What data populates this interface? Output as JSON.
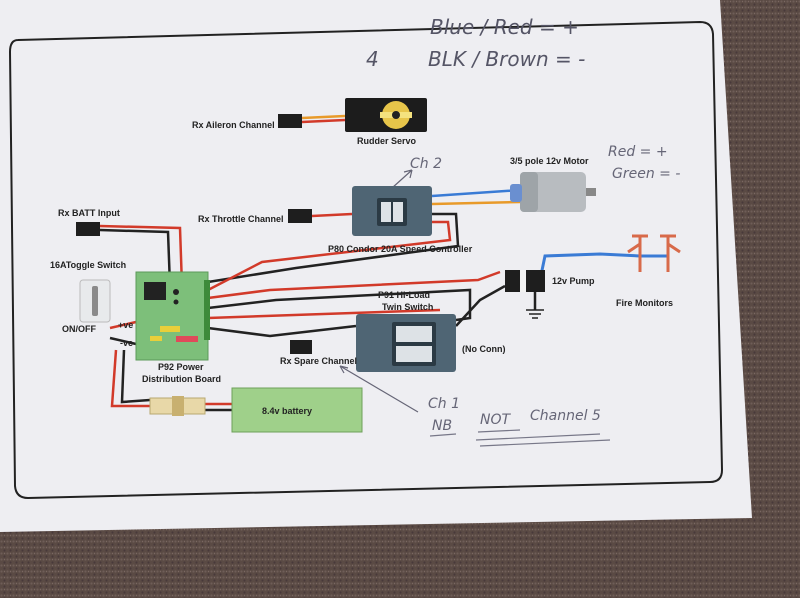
{
  "labels": {
    "rx_aileron": "Rx Aileron Channel",
    "rudder_servo": "Rudder Servo",
    "motor": "3/5 pole 12v Motor",
    "rx_throttle": "Rx Throttle Channel",
    "esc": "P80 Condor 20A Speed Controller",
    "rx_batt": "Rx BATT Input",
    "toggle": "16AToggle Switch",
    "on_off": "ON/OFF",
    "pos_ve": "+ve",
    "neg_ve": "-ve",
    "pdb_line1": "P92 Power",
    "pdb_line2": "Distribution Board",
    "pump": "12v Pump",
    "fire_monitors": "Fire Monitors",
    "twin_line1": "P91 Hi-Load",
    "twin_line2": "Twin Switch",
    "no_conn": "(No Conn)",
    "rx_spare": "Rx Spare Channel",
    "battery": "8.4v battery"
  },
  "handwriting": {
    "legend_pos": "Blue / Red = +",
    "legend_neg": "BLK / Brown = -",
    "number_4": "4",
    "ch2": "Ch 2",
    "red_plus": "Red = +",
    "green_minus": "Green = -",
    "ch1": "Ch 1",
    "nb": "NB",
    "not": "NOT",
    "channel5": "Channel 5"
  },
  "colors": {
    "paper": "#eeeef2",
    "carpet": "#5a4a44",
    "wire_red": "#d23a2a",
    "wire_black": "#222222",
    "wire_blue": "#3a7bd5",
    "wire_orange": "#e89a2a",
    "battery_green": "#9fd08a",
    "pdb_green": "#7dbf7a",
    "switch_slate": "#4f6574",
    "pencil": "#556677"
  }
}
